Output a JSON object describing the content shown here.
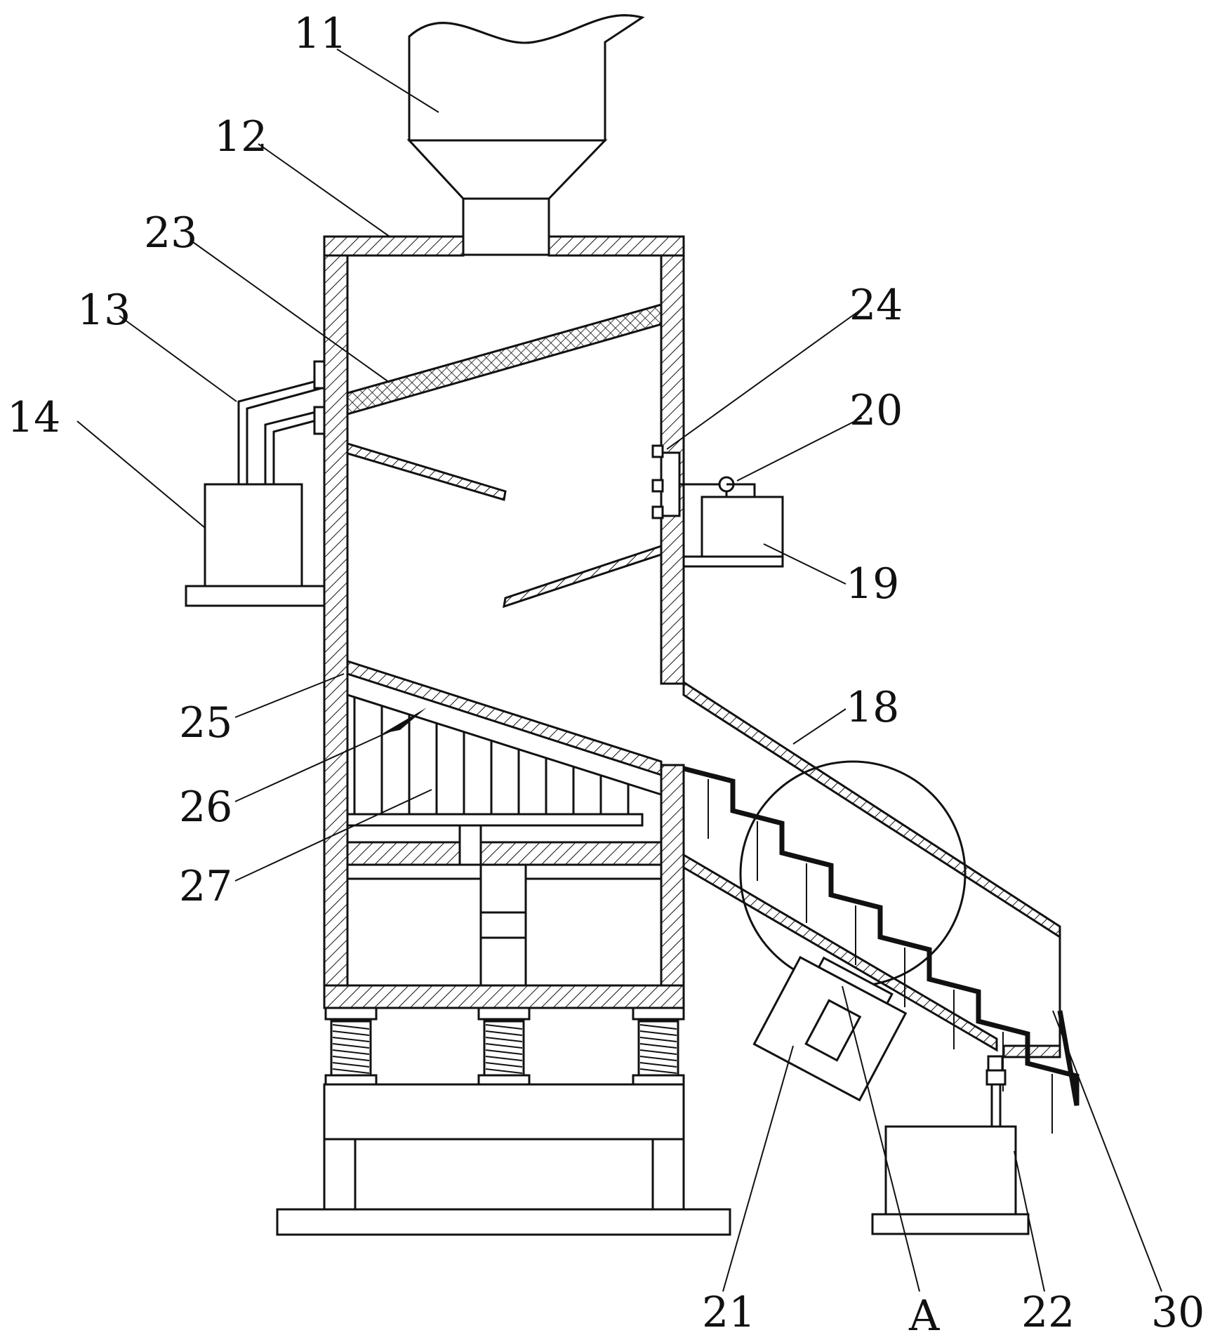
{
  "figure": {
    "labels": [
      {
        "id": "11",
        "text": "11"
      },
      {
        "id": "12",
        "text": "12"
      },
      {
        "id": "13",
        "text": "13"
      },
      {
        "id": "14",
        "text": "14"
      },
      {
        "id": "18",
        "text": "18"
      },
      {
        "id": "19",
        "text": "19"
      },
      {
        "id": "20",
        "text": "20"
      },
      {
        "id": "21",
        "text": "21"
      },
      {
        "id": "22",
        "text": "22"
      },
      {
        "id": "23",
        "text": "23"
      },
      {
        "id": "24",
        "text": "24"
      },
      {
        "id": "25",
        "text": "25"
      },
      {
        "id": "26",
        "text": "26"
      },
      {
        "id": "27",
        "text": "27"
      },
      {
        "id": "30",
        "text": "30"
      },
      {
        "id": "A",
        "text": "A"
      }
    ]
  }
}
